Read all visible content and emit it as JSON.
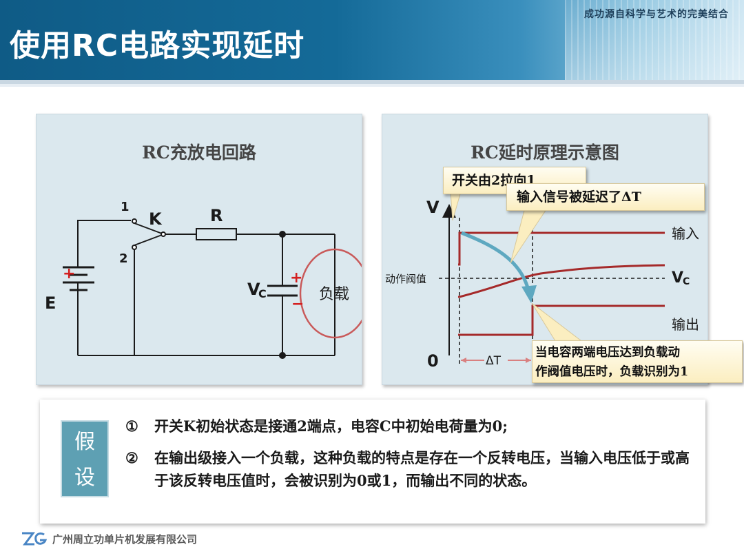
{
  "header": {
    "title": "使用RC电路实现延时",
    "slogan": "成功源自科学与艺术的完美结合"
  },
  "left_panel": {
    "title": "RC充放电回路",
    "labels": {
      "switch_pos1": "1",
      "switch_pos2": "2",
      "switch": "K",
      "resistor": "R",
      "battery": "E",
      "cap_v": "V",
      "cap_sub": "C",
      "plus_battery": "+",
      "plus_cap": "+",
      "minus_cap": "−",
      "load": "负载"
    }
  },
  "right_panel": {
    "title": "RC延时原理示意图",
    "labels": {
      "v_axis": "V",
      "zero": "0",
      "threshold": "动作阀值",
      "input": "输入",
      "vc_v": "V",
      "vc_sub": "C",
      "output": "输出",
      "delta_t": "ΔT"
    },
    "callouts": {
      "switch": "开关由2拉向1",
      "delayed": "输入信号被延迟了ΔT",
      "threshold_line1": "当电容两端电压达到负载动",
      "threshold_line2": "作阀值电压时，负载识别为1"
    }
  },
  "assumptions": {
    "tag_1": "假",
    "tag_2": "设",
    "items": [
      {
        "num": "①",
        "text": "开关K初始状态是接通2端点，电容C中初始电荷量为0;"
      },
      {
        "num": "②",
        "text": "在输出级接入一个负载，这种负载的特点是存在一个反转电压，当输入电压低于或高于该反转电压值时，会被识别为0或1，而输出不同的状态。"
      }
    ]
  },
  "footer": {
    "company": "广州周立功单片机发展有限公司"
  },
  "colors": {
    "header_blue": "#0f5b86",
    "panel_bg": "#dbe8ee",
    "signal_red": "#a52a2a",
    "arrow_teal": "#5ea8c0",
    "tag_bg": "#5ea0b3"
  }
}
